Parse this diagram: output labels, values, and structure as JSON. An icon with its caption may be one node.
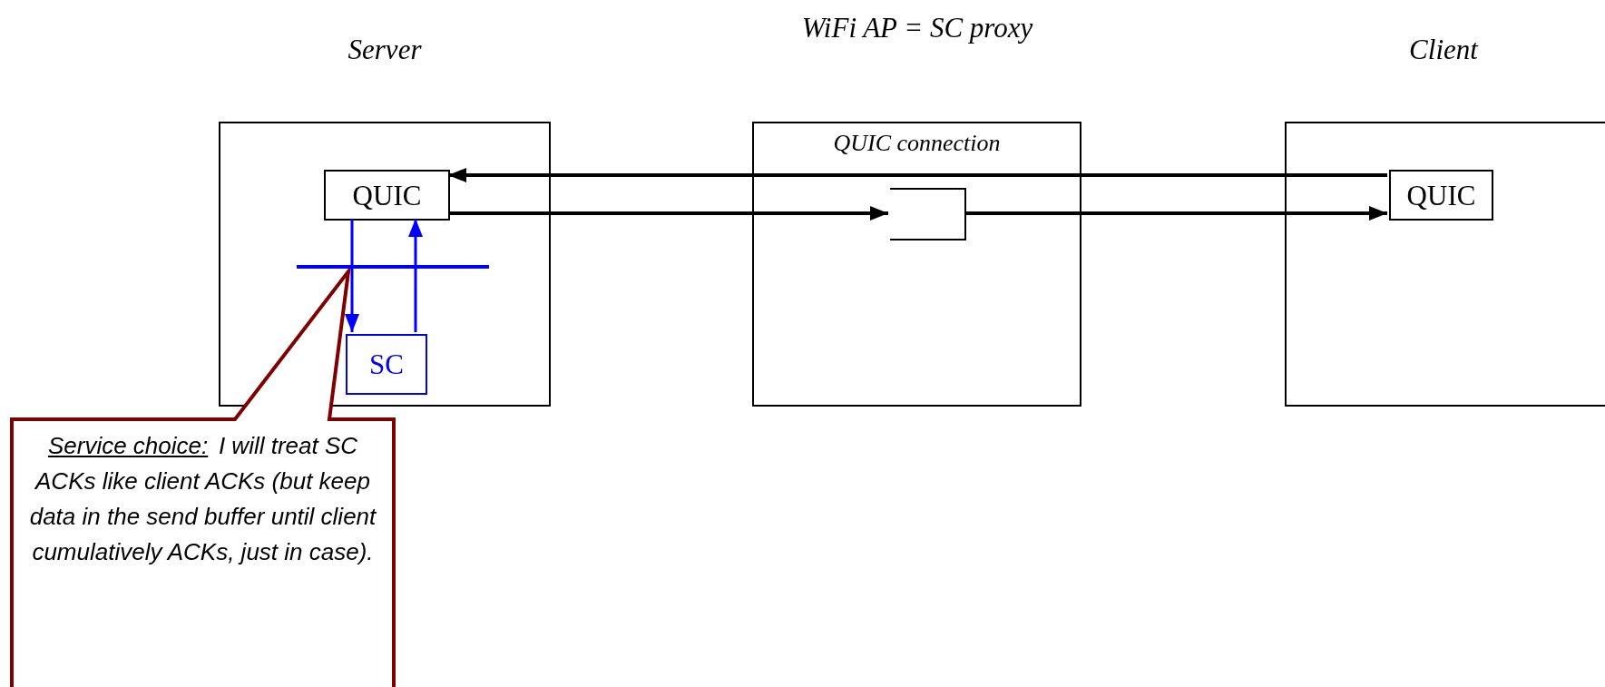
{
  "diagram": {
    "nodes": [
      {
        "text": [],
        "shape": "box",
        "beside": [
          "Server"
        ]
      },
      {
        "text": [
          "QUIC"
        ],
        "in": 0
      },
      {
        "text": [
          "SC"
        ],
        "in": 0
      },
      {
        "text": [
          "QUIC connection"
        ],
        "beside": [
          "WiFi AP = SC proxy"
        ]
      },
      {
        "text": [],
        "shape": "queue",
        "in": 3
      },
      {
        "text": [],
        "shape": "box",
        "beside": [
          "Client"
        ]
      },
      {
        "text": [
          "QUIC"
        ],
        "in": 5
      },
      {
        "text": [
          "Service choice:",
          "I will treat SC ACKs like client ACKs (but keep data in the send buffer until client cumulatively ACKs, just in case)."
        ]
      }
    ],
    "edges": [
      {
        "from": 6,
        "to": 1,
        "arrow": "to"
      },
      {
        "from": 1,
        "to": 4,
        "arrow": "to"
      },
      {
        "from": 4,
        "to": 6,
        "arrow": "to"
      },
      {
        "from": 1,
        "to": 2,
        "arrow": "to",
        "color": "#0000ff"
      },
      {
        "from": 2,
        "to": 1,
        "arrow": "to",
        "color": "#0000ff"
      }
    ]
  }
}
